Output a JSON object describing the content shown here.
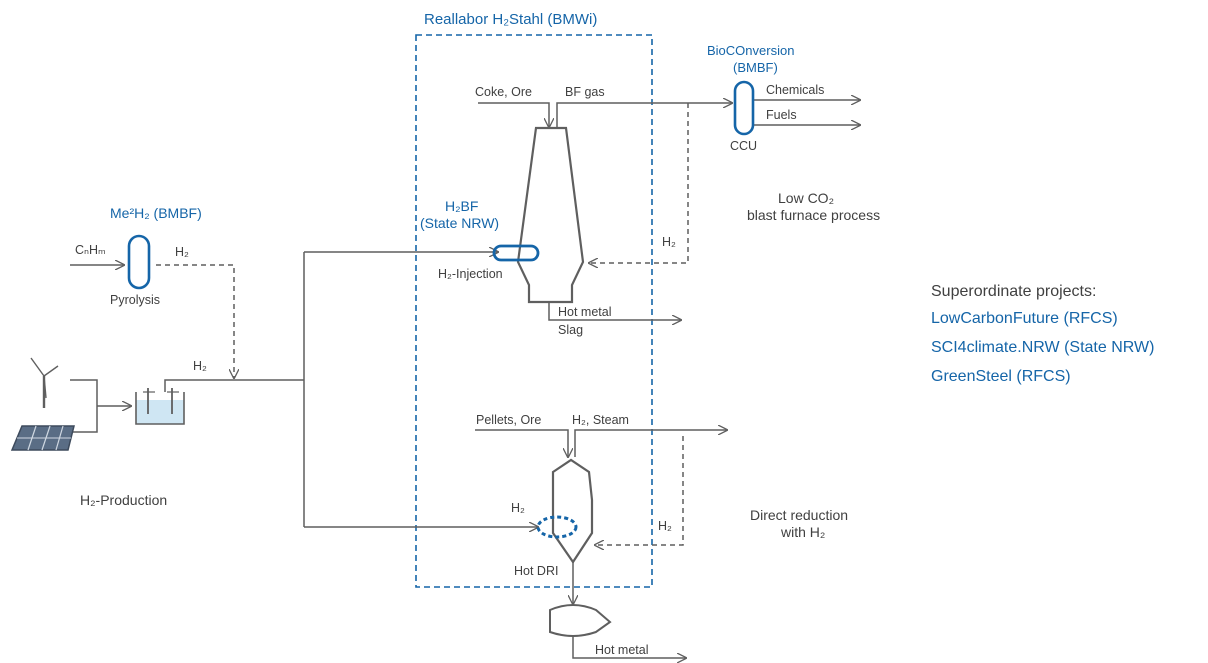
{
  "colors": {
    "line": "#5f5f5f",
    "accent": "#1565a8",
    "water": "#cfe6f3"
  },
  "project_box": {
    "title": "Reallabor H₂Stahl (BMWi)"
  },
  "bioconversion": {
    "name": "BioCOnversion",
    "funder": "(BMBF)",
    "unit": "CCU"
  },
  "outputs": {
    "chemicals": "Chemicals",
    "fuels": "Fuels"
  },
  "bf": {
    "inputs": "Coke, Ore",
    "gas": "BF gas",
    "h2bf_name": "H₂BF",
    "h2bf_funder": "(State NRW)",
    "injection": "H₂-Injection",
    "recycle_h2": "H₂",
    "hot_metal": "Hot metal",
    "slag": "Slag",
    "process_line1": "Low CO₂",
    "process_line2": "blast furnace process"
  },
  "me2h2": {
    "title": "Me²H₂ (BMBF)",
    "feed": "CₙHₘ",
    "product": "H₂",
    "unit": "Pyrolysis"
  },
  "production": {
    "h2_label": "H₂",
    "caption": "H₂-Production"
  },
  "dr": {
    "inputs": "Pellets, Ore",
    "offgas": "H₂, Steam",
    "h2_in": "H₂",
    "recycle_h2": "H₂",
    "hot_dri": "Hot DRI",
    "hot_metal": "Hot metal",
    "process_line1": "Direct reduction",
    "process_line2": "with H₂"
  },
  "sidebar": {
    "title": "Superordinate projects:",
    "projects": [
      "LowCarbonFuture (RFCS)",
      "SCI4climate.NRW (State NRW)",
      "GreenSteel (RFCS)"
    ]
  },
  "icons": [
    "wind-turbine-icon",
    "solar-panel-icon",
    "electrolyser-icon"
  ]
}
